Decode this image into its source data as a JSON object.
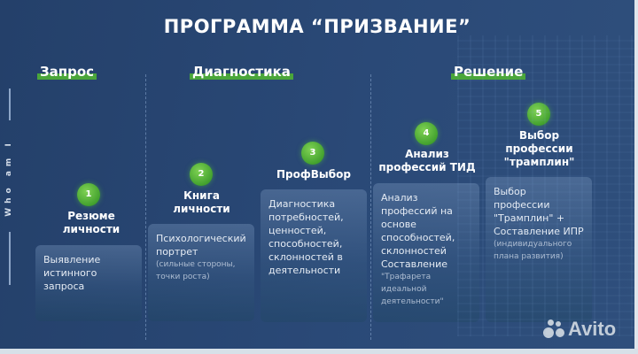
{
  "title": "ПРОГРАММА “ПРИЗВАНИЕ”",
  "side_label": "Who am I",
  "stages": [
    {
      "label": "Запрос"
    },
    {
      "label": "Диагностика"
    },
    {
      "label": "Решение"
    }
  ],
  "steps": [
    {
      "number": "1",
      "title": "Резюме личности",
      "card_main": "Выявление истинного запроса",
      "card_sub": ""
    },
    {
      "number": "2",
      "title": "Книга личности",
      "card_main": "Психологический портрет",
      "card_sub": "(сильные стороны, точки роста)"
    },
    {
      "number": "3",
      "title": "ПрофВыбор",
      "card_main": "Диагностика потребностей, ценностей, способностей, склонностей в деятельности",
      "card_sub": ""
    },
    {
      "number": "4",
      "title": "Анализ профессий ТИД",
      "card_main": "Анализ профессий на основе способностей, склонностей Составление",
      "card_sub": "\"Трафарета идеальной деятельности\""
    },
    {
      "number": "5",
      "title": "Выбор профессии \"трамплин\"",
      "card_main": "Выбор профессии \"Трамплин\" + Составление ИПР",
      "card_sub": "(индивидуального плана развития)"
    }
  ],
  "watermark": "Avito",
  "colors": {
    "background": "#2a4977",
    "accent_green": "#4aa63a",
    "badge_green": "#5cbf3c"
  }
}
